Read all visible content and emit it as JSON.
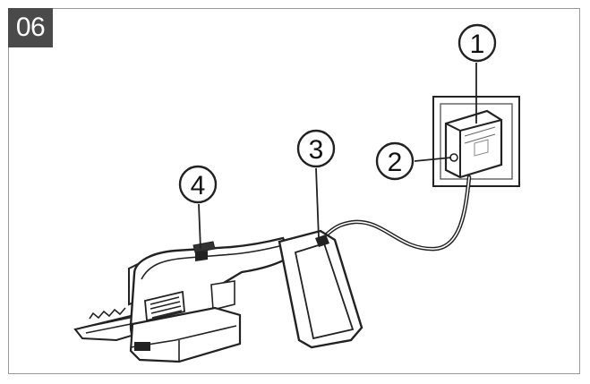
{
  "step_number": "06",
  "callouts": [
    {
      "label": "1",
      "target": "charger-adapter"
    },
    {
      "label": "2",
      "target": "charger-indicator-light"
    },
    {
      "label": "3",
      "target": "battery-pack"
    },
    {
      "label": "4",
      "target": "battery-release"
    }
  ],
  "colors": {
    "line": "#222222",
    "frame": "#9a9a9a",
    "badge": "#4a4a4a"
  }
}
